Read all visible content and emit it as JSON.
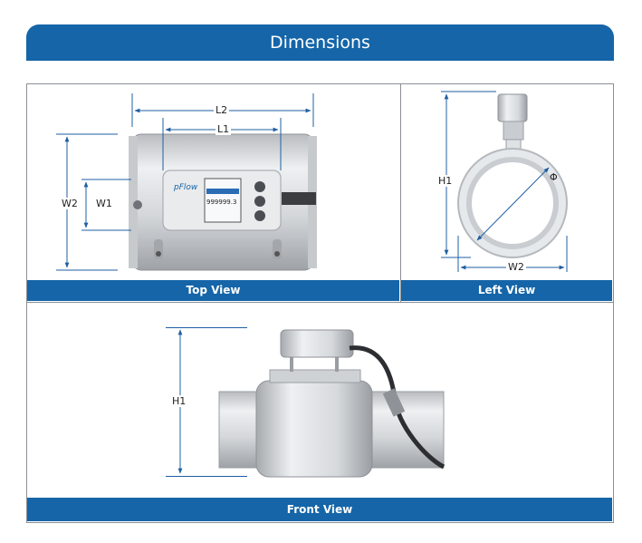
{
  "header": {
    "title": "Dimensions"
  },
  "top_view": {
    "caption": "Top View",
    "labels": {
      "l2": "L2",
      "l1": "L1",
      "w2": "W2",
      "w1": "W1"
    },
    "device": {
      "brand": "pFlow",
      "screen_line1": "999999.3"
    }
  },
  "left_view": {
    "caption": "Left View",
    "labels": {
      "h1": "H1",
      "phi": "Φ",
      "w2": "W2"
    }
  },
  "front_view": {
    "caption": "Front View",
    "labels": {
      "h1": "H1"
    }
  },
  "colors": {
    "brand_blue": "#1565a8",
    "dim_line": "#1f5fa3"
  }
}
